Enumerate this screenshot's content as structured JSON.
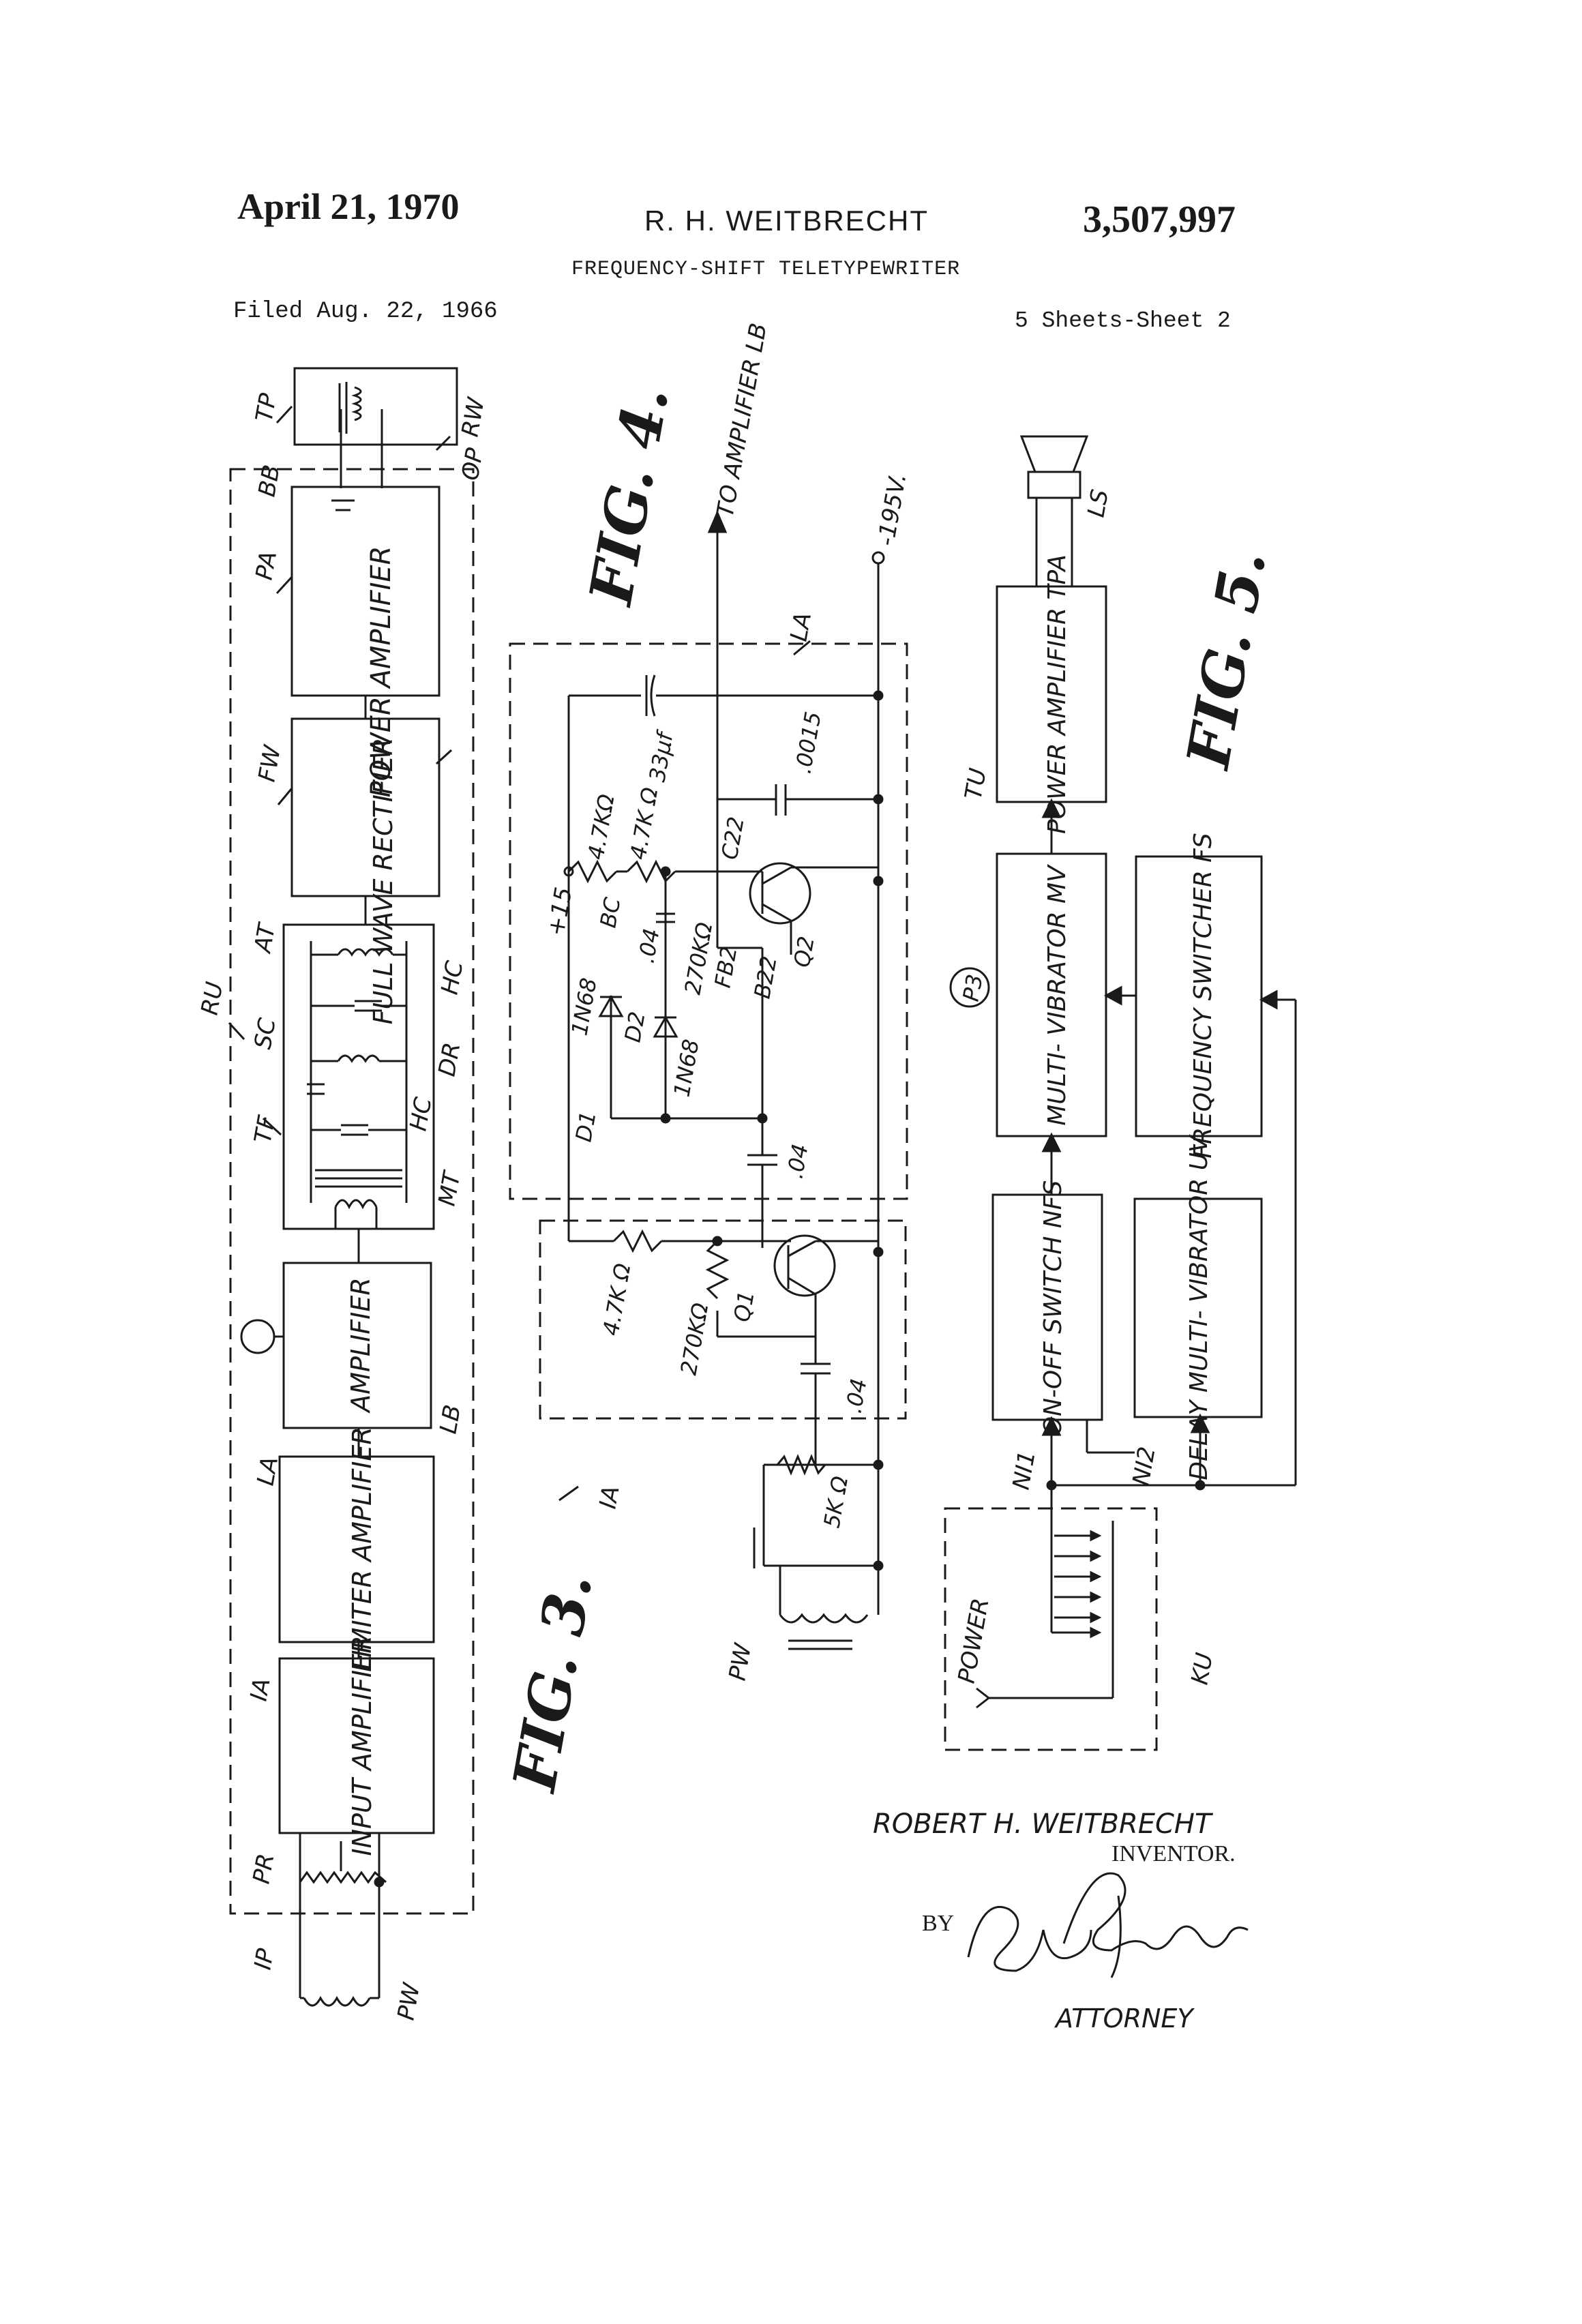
{
  "header": {
    "date": "April 21, 1970",
    "inventor": "R. H. WEITBRECHT",
    "patent_number": "3,507,997",
    "title": "FREQUENCY-SHIFT TELETYPEWRITER",
    "filed": "Filed Aug. 22, 1966",
    "sheets": "5 Sheets-Sheet 2"
  },
  "fig3": {
    "label": "FIG. 3.",
    "blocks": {
      "power_amplifier": "POWER AMPLIFIER",
      "full_wave_rectifier": "FULL WAVE RECTIFIER",
      "amplifier": "AMPLIFIER",
      "limiter_amplifier": "LIMITER AMPLIFIER",
      "input_amplifier": "INPUT AMPLIFIER"
    },
    "refs": {
      "tp": "TP",
      "bb": "BB",
      "pa": "PA",
      "fw": "FW",
      "rw": "RW",
      "op": "OP",
      "ru": "RU",
      "at": "AT",
      "sc": "SC",
      "tf": "TF",
      "hc1": "HC",
      "dr": "DR",
      "hc2": "HC",
      "mt": "MT",
      "lb": "LB",
      "la": "LA",
      "ia": "IA",
      "pr": "PR",
      "ip": "IP",
      "pw": "PW"
    }
  },
  "fig4": {
    "label": "FIG. 4.",
    "to_amplifier": "TO AMPLIFIER LB",
    "supply_neg": "-195V.",
    "supply_pos": "+15",
    "la": "LA",
    "ia": "IA",
    "pw": "PW",
    "components": {
      "r1": "4.7KΩ",
      "r2": "4.7K Ω",
      "c1": "33µf",
      "c2": ".0015",
      "bc": "BC",
      "c3": ".04",
      "r3": "270KΩ",
      "c22": "C22",
      "fb2": "FB2",
      "b22": "B22",
      "q2": "Q2",
      "d_1n68a": "1N68",
      "d2": "D2",
      "d_1n68b": "1N68",
      "d1": "D1",
      "c4": ".04",
      "r4": "4.7K Ω",
      "r5": "270KΩ",
      "q1": "Q1",
      "c5": ".04",
      "pot": "5K Ω"
    }
  },
  "fig5": {
    "label": "FIG. 5.",
    "blocks": {
      "power_amplifier": "POWER AMPLIFIER TPA",
      "multivibrator": "MULTI- VIBRATOR MV",
      "frequency_switcher": "FREQUENCY SWITCHER FS",
      "on_off_switch": "ON-OFF SWITCH NFS",
      "delay_multivibrator": "DELAY MULTI- VIBRATOR UV"
    },
    "refs": {
      "ls": "LS",
      "tu": "TU",
      "p3": "P3",
      "ni1": "NI1",
      "ni2": "NI2",
      "ku": "KU",
      "power": "POWER"
    }
  },
  "signature": {
    "inventor_name": "ROBERT H. WEITBRECHT",
    "inventor_label": "INVENTOR.",
    "by": "BY",
    "attorney_label": "ATTORNEY"
  }
}
